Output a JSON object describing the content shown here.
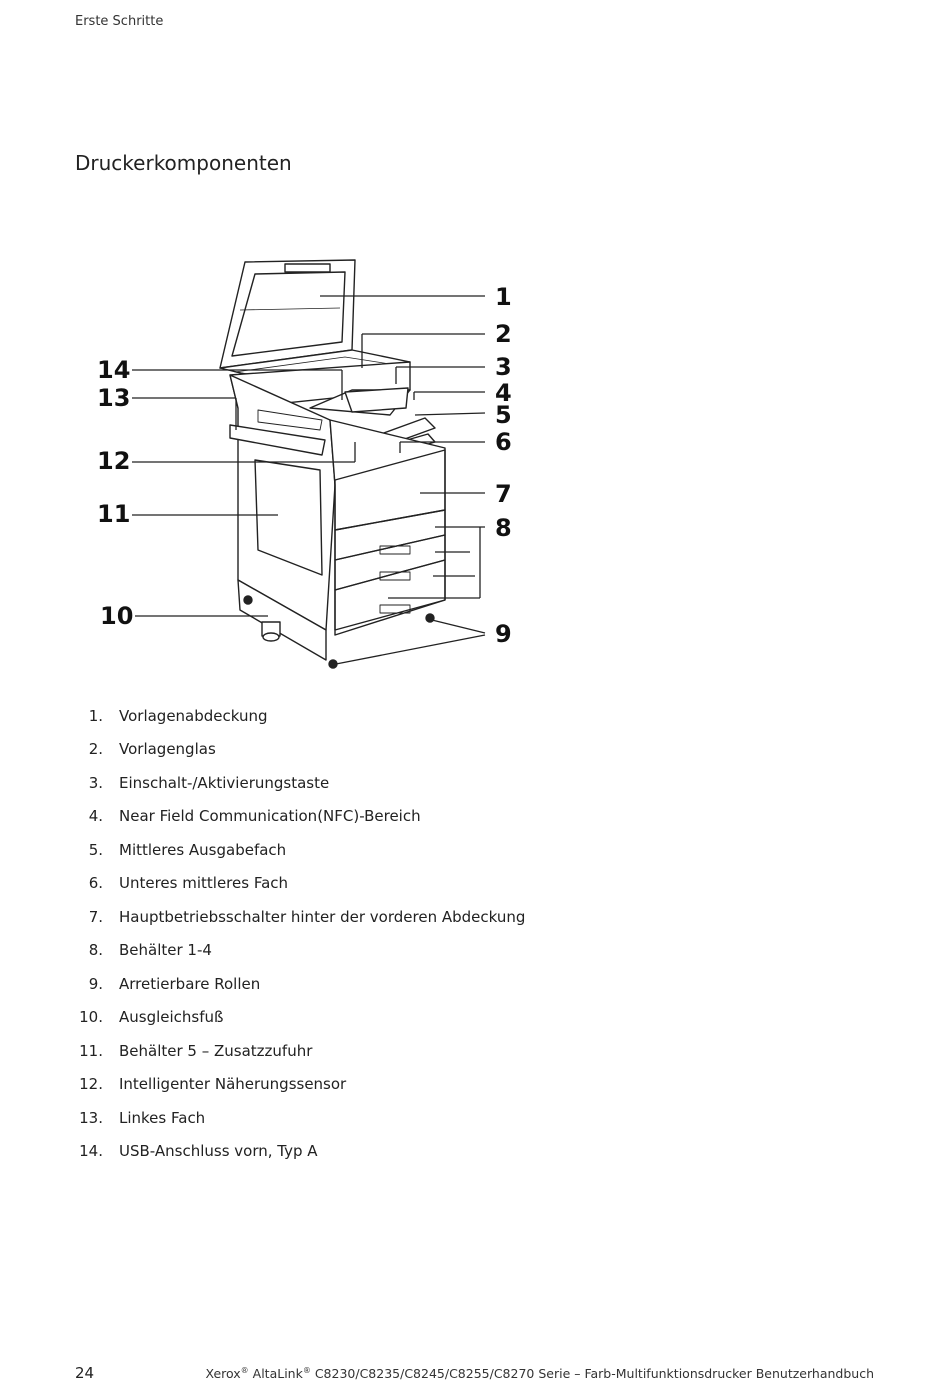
{
  "header": {
    "running_head": "Erste Schritte"
  },
  "section": {
    "title": "Druckerkomponenten"
  },
  "figure": {
    "callouts": [
      "1",
      "2",
      "3",
      "4",
      "5",
      "6",
      "7",
      "8",
      "9",
      "10",
      "11",
      "12",
      "13",
      "14"
    ]
  },
  "legend": [
    {
      "num": "1.",
      "label": "Vorlagenabdeckung"
    },
    {
      "num": "2.",
      "label": "Vorlagenglas"
    },
    {
      "num": "3.",
      "label": "Einschalt-/Aktivierungstaste"
    },
    {
      "num": "4.",
      "label": "Near Field Communication(NFC)-Bereich"
    },
    {
      "num": "5.",
      "label": "Mittleres Ausgabefach"
    },
    {
      "num": "6.",
      "label": "Unteres mittleres Fach"
    },
    {
      "num": "7.",
      "label": "Hauptbetriebsschalter hinter der vorderen Abdeckung"
    },
    {
      "num": "8.",
      "label": "Behälter 1-4"
    },
    {
      "num": "9.",
      "label": "Arretierbare Rollen"
    },
    {
      "num": "10.",
      "label": "Ausgleichsfuß"
    },
    {
      "num": "11.",
      "label": "Behälter 5 – Zusatzzufuhr"
    },
    {
      "num": "12.",
      "label": "Intelligenter Näherungssensor"
    },
    {
      "num": "13.",
      "label": "Linkes Fach"
    },
    {
      "num": "14.",
      "label": "USB-Anschluss vorn, Typ A"
    }
  ],
  "footer": {
    "page_number": "24",
    "brand": "Xerox",
    "product": "AltaLink",
    "reg_mark": "®",
    "title_rest": "C8230/C8235/C8245/C8255/C8270 Serie – Farb-Multifunktionsdrucker Benutzerhandbuch"
  }
}
